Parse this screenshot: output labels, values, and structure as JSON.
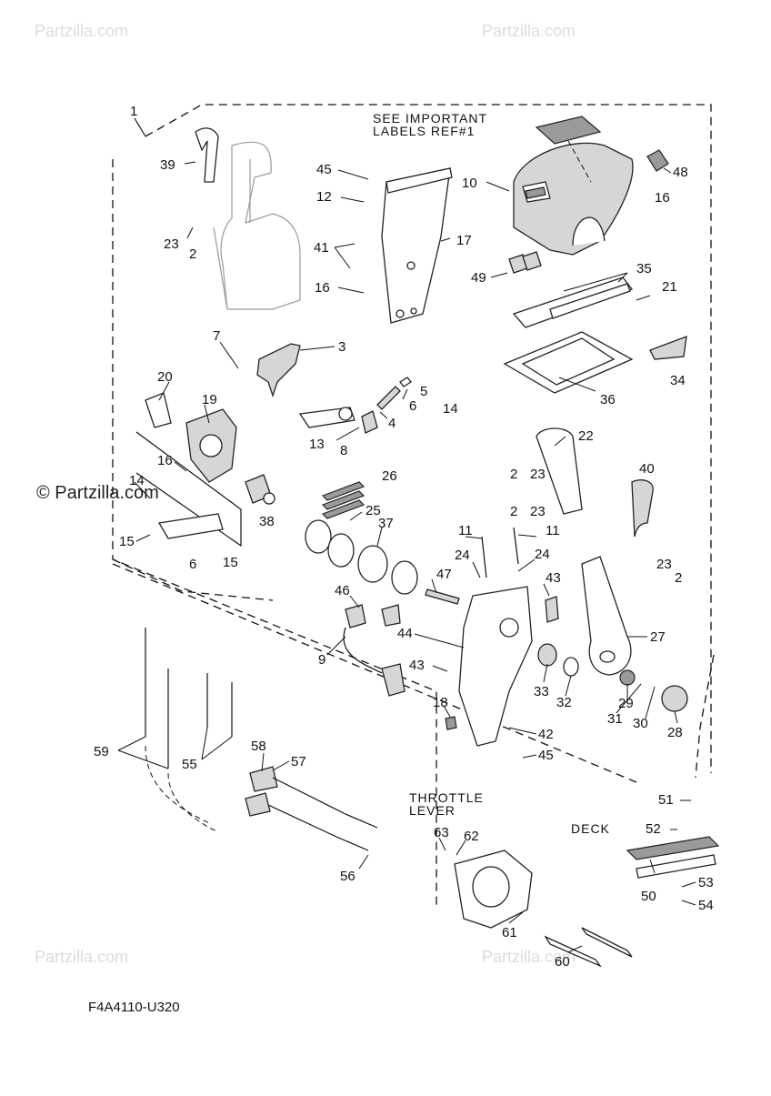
{
  "watermark": {
    "text": "Partzilla.com",
    "prominent_text": "© Partzilla.com"
  },
  "diagram": {
    "code": "F4A4110-U320",
    "note": [
      "SEE IMPORTANT",
      "LABELS REF#1"
    ],
    "throttle_label": [
      "THROTTLE",
      "LEVER"
    ],
    "deck_label": "DECK",
    "callouts": [
      "1",
      "39",
      "23",
      "2",
      "45",
      "12",
      "41",
      "16",
      "17",
      "10",
      "48",
      "16",
      "49",
      "35",
      "21",
      "34",
      "36",
      "7",
      "3",
      "5",
      "6",
      "4",
      "14",
      "8",
      "13",
      "20",
      "19",
      "16",
      "38",
      "14",
      "15",
      "6",
      "15",
      "22",
      "2",
      "23",
      "2",
      "23",
      "40",
      "26",
      "25",
      "37",
      "11",
      "11",
      "24",
      "24",
      "43",
      "23",
      "2",
      "47",
      "46",
      "44",
      "9",
      "43",
      "33",
      "32",
      "27",
      "29",
      "31",
      "30",
      "28",
      "18",
      "42",
      "45",
      "59",
      "55",
      "58",
      "57",
      "56",
      "51",
      "52",
      "53",
      "50",
      "54",
      "63",
      "62",
      "61",
      "60"
    ]
  }
}
